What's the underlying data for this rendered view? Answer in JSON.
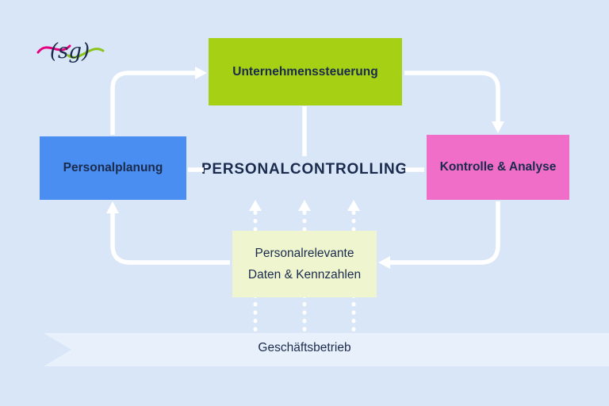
{
  "colors": {
    "bg": "#d9e6f7",
    "node-green": "#a6d014",
    "node-blue": "#4b8ef1",
    "node-pink": "#f06ec7",
    "node-pale": "#eff5cf",
    "band": "#e8f0fb",
    "text-dark": "#1a2b4d",
    "arrow": "#ffffff",
    "logo-pink": "#e5007d",
    "logo-green": "#8bc41c"
  },
  "logo": {
    "text": "(sg)"
  },
  "diagram": {
    "center": "PERSONALCONTROLLING",
    "nodes": {
      "top": "Unternehmenssteuerung",
      "left": "Personalplanung",
      "right": "Kontrolle & Analyse",
      "bottom_line1": "Personalrelevante",
      "bottom_line2": "Daten & Kennzahlen"
    },
    "band": "Geschäftsbetrieb"
  }
}
